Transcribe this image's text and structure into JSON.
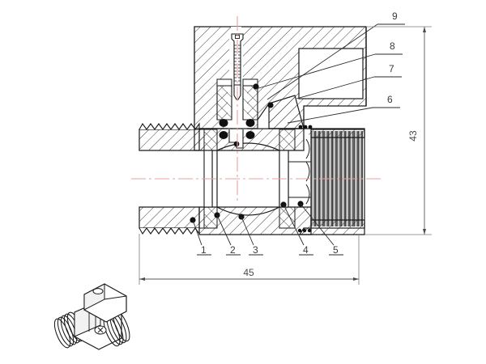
{
  "drawing": {
    "title": "Mini ball valve sectional assembly drawing",
    "background_color": "#ffffff",
    "line_color": "#1a1a1a",
    "hatch_color": "#2a2a2a",
    "centerline_color": "#e8a0a0",
    "dimension_color": "#5a5a5a",
    "view_type": "cross-section"
  },
  "callouts": {
    "bottom": [
      {
        "id": "1",
        "label": "1"
      },
      {
        "id": "2",
        "label": "2"
      },
      {
        "id": "3",
        "label": "3"
      },
      {
        "id": "4",
        "label": "4"
      },
      {
        "id": "5",
        "label": "5"
      }
    ],
    "right": [
      {
        "id": "9",
        "label": "9"
      },
      {
        "id": "8",
        "label": "8"
      },
      {
        "id": "7",
        "label": "7"
      },
      {
        "id": "6",
        "label": "6"
      }
    ]
  },
  "dimensions": {
    "overall_length": {
      "label": "45",
      "orientation": "horizontal"
    },
    "overall_height": {
      "label": "43",
      "orientation": "vertical"
    }
  },
  "inset": {
    "name": "ball-valve-3d-illustration",
    "description": "3D line illustration of mini ball valve with butterfly lever handle"
  }
}
